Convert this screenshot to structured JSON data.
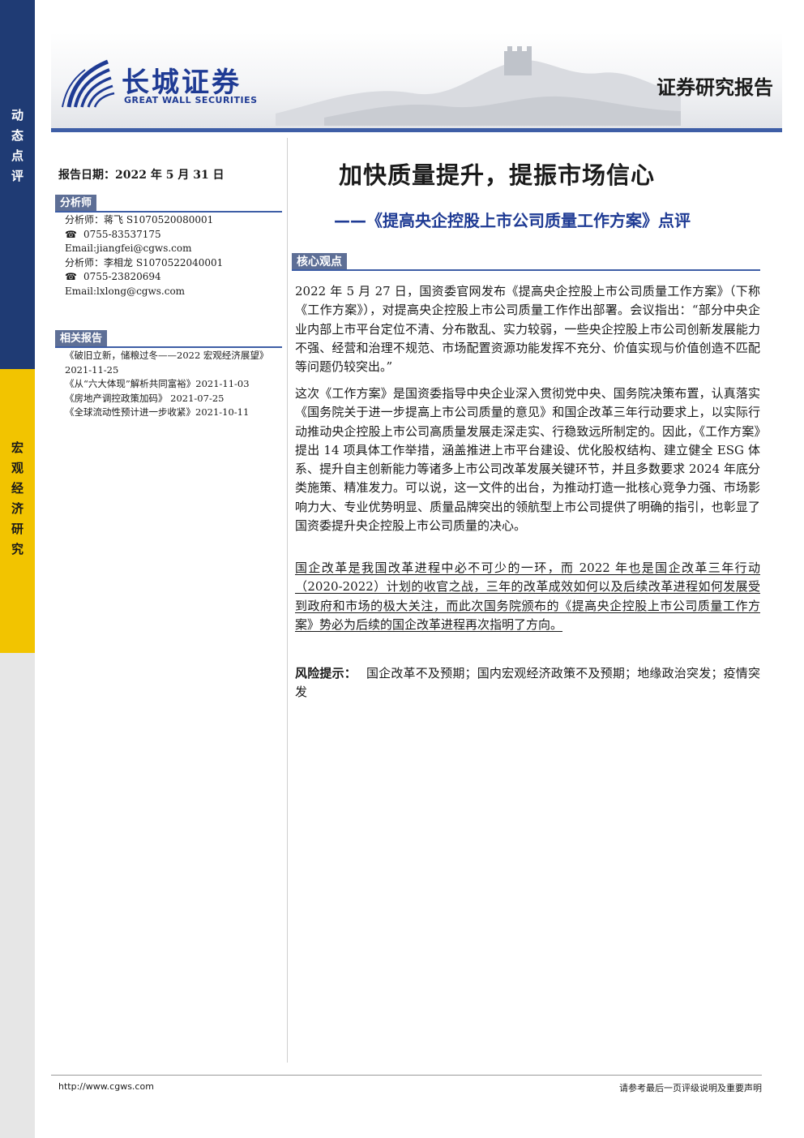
{
  "sidebar": {
    "top_label": "动\n态\n点\n评",
    "mid_label": "宏\n观\n经\n济\n研\n究"
  },
  "header": {
    "logo_cn": "长城证券",
    "logo_en": "GREAT WALL SECURITIES",
    "report_type": "证券研究报告"
  },
  "left": {
    "report_date": "报告日期：2022 年 5 月 31 日",
    "analyst_header": "分析师",
    "analyst1_name": "分析师：蒋飞 S1070520080001",
    "analyst1_phone": "0755-83537175",
    "analyst1_email": "Email:jiangfei@cgws.com",
    "analyst2_name": "分析师：李相龙 S1070522040001",
    "analyst2_phone": "0755-23820694",
    "analyst2_email": "Email:lxlong@cgws.com",
    "related_header": "相关报告",
    "related": [
      "《破旧立新，储粮过冬——2022 宏观经济展望》2021-11-25",
      "《从“六大体现”解析共同富裕》2021-11-03",
      "《房地产调控政策加码》 2021-07-25",
      "《全球流动性预计进一步收紧》2021-10-11"
    ]
  },
  "main": {
    "title": "加快质量提升，提振市场信心",
    "subtitle": "——《提高央企控股上市公司质量工作方案》点评",
    "core_header": "核心观点",
    "para1": "2022 年 5 月 27 日，国资委官网发布《提高央企控股上市公司质量工作方案》（下称《工作方案》），对提高央企控股上市公司质量工作作出部署。会议指出：“部分中央企业内部上市平台定位不清、分布散乱、实力较弱，一些央企控股上市公司创新发展能力不强、经营和治理不规范、市场配置资源功能发挥不充分、价值实现与价值创造不匹配等问题仍较突出。”",
    "para2": "这次《工作方案》是国资委指导中央企业深入贯彻党中央、国务院决策布置，认真落实《国务院关于进一步提高上市公司质量的意见》和国企改革三年行动要求上，以实际行动推动央企控股上市公司高质量发展走深走实、行稳致远所制定的。因此，《工作方案》提出 14 项具体工作举措，涵盖推进上市平台建设、优化股权结构、建立健全 ESG 体系、提升自主创新能力等诸多上市公司改革发展关键环节，并且多数要求 2024 年底分类施策、精准发力。可以说，这一文件的出台，为推动打造一批核心竞争力强、市场影响力大、专业优势明显、质量品牌突出的领航型上市公司提供了明确的指引，也彰显了国资委提升央企控股上市公司质量的决心。",
    "para3": "国企改革是我国改革进程中必不可少的一环，而 2022 年也是国企改革三年行动（2020-2022）计划的收官之战，三年的改革成效如何以及后续改革进程如何发展受到政府和市场的极大关注，而此次国务院颁布的《提高央企控股上市公司质量工作方案》势必为后续的国企改革进程再次指明了方向。",
    "risk_label": "风险提示：",
    "risk_text": "国企改革不及预期；国内宏观经济政策不及预期；地缘政治突发；疫情突发"
  },
  "footer": {
    "url": "http://www.cgws.com",
    "note": "请参考最后一页评级说明及重要声明"
  },
  "colors": {
    "brand_blue": "#1f3b94",
    "section_bg": "#5e6f96",
    "rule_blue": "#3e5ea6",
    "sidebar_yellow": "#f2c400"
  }
}
